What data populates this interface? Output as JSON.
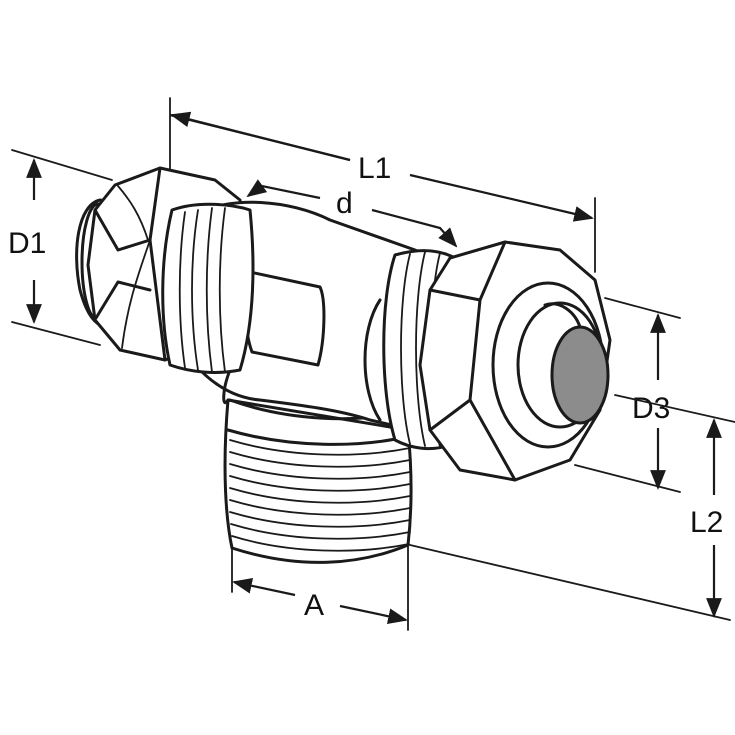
{
  "labels": {
    "L1": "L1",
    "d": "d",
    "D1": "D1",
    "D3": "D3",
    "L2": "L2",
    "A": "A"
  },
  "colors": {
    "line": "#1a1a1a",
    "bore_fill": "#8c8c8c",
    "background": "#ffffff"
  }
}
